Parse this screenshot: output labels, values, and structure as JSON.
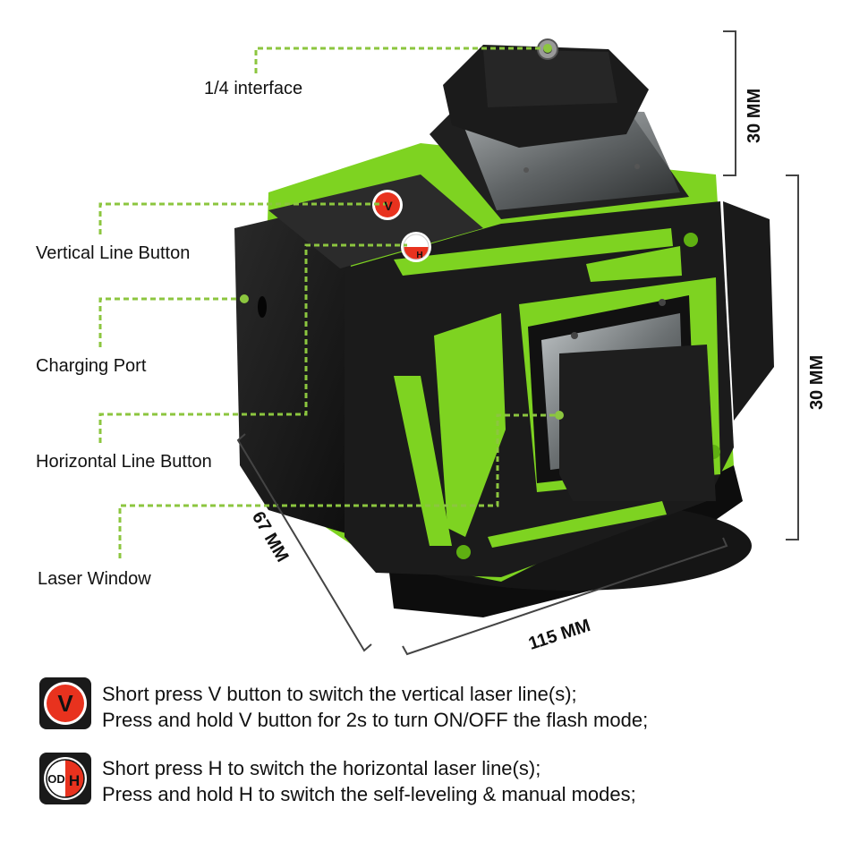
{
  "callouts": {
    "quarter_interface": "1/4 interface",
    "vertical_button": "Vertical Line Button",
    "charging_port": "Charging Port",
    "horizontal_button": "Horizontal Line Button",
    "laser_window": "Laser Window"
  },
  "dimensions": {
    "top_height": "30 MM",
    "body_height": "30  MM",
    "depth": "67  MM",
    "width": "115  MM"
  },
  "button_labels": {
    "v_button": "V",
    "h_button_od": "OD",
    "h_button_h": "H"
  },
  "instructions": {
    "v_line1": "Short press V button to switch the vertical laser line(s);",
    "v_line2": "Press and hold V button for 2s to turn ON/OFF the flash mode;",
    "h_line1": "Short press H to switch the horizontal laser line(s);",
    "h_line2": "Press and hold H to switch the self-leveling & manual modes;"
  },
  "colors": {
    "accent_green": "#7ED321",
    "callout_line": "#8CC63F",
    "device_black": "#1b1b1b",
    "v_button_red": "#E8321E",
    "dimension_line": "#444444"
  }
}
